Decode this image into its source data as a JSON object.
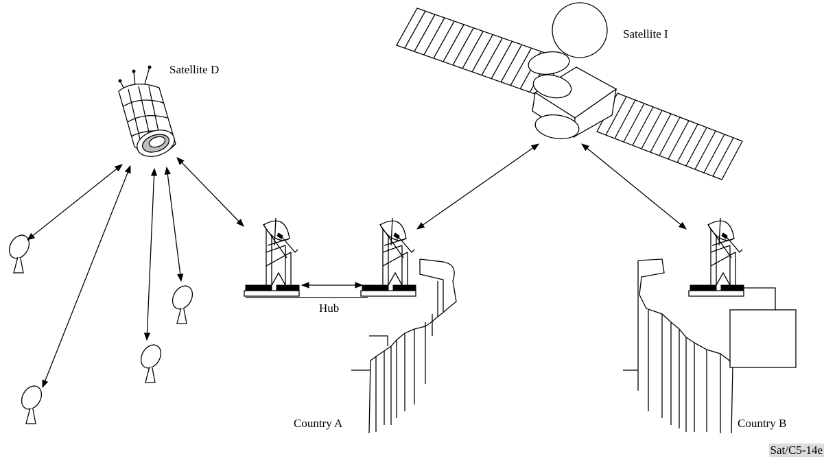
{
  "labels": {
    "satellite_d": "Satellite D",
    "satellite_i": "Satellite I",
    "hub": "Hub",
    "country_a": "Country A",
    "country_b": "Country B",
    "figure_ref": "Sat/C5-14e"
  }
}
